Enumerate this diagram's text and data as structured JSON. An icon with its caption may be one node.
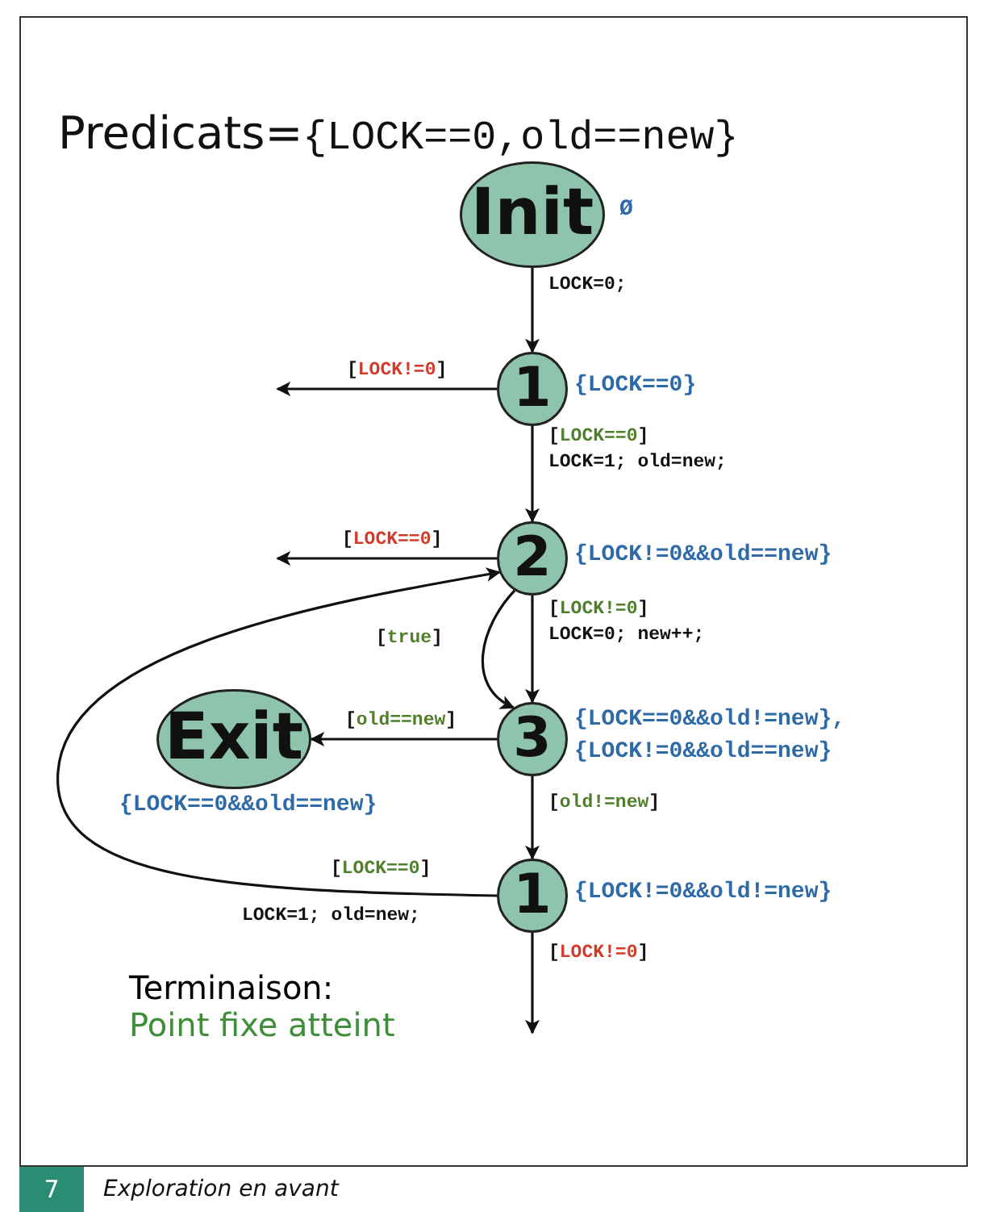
{
  "diagram": {
    "title": "Predicats={LOCK==0,old==new}",
    "caption": "Exploration en avant",
    "nodes": [
      {
        "text": [
          "Init"
        ],
        "beside": [
          "Ø"
        ]
      },
      {
        "text": [
          "1"
        ],
        "beside": [
          "{LOCK==0}"
        ]
      },
      {
        "text": [
          "2"
        ],
        "beside": [
          "{LOCK!=0&&old==new}"
        ]
      },
      {
        "text": [
          "Exit"
        ],
        "beside": [
          "{LOCK==0&&old==new}"
        ]
      },
      {
        "text": [
          "3"
        ],
        "beside": [
          "{LOCK==0&&old!=new},",
          "{LOCK!=0&&old==new}"
        ]
      },
      {
        "text": [
          "1"
        ],
        "beside": [
          "{LOCK!=0&&old!=new}"
        ]
      }
    ],
    "edges": [
      {
        "from": 0,
        "to": 1,
        "arrow": "to",
        "label": "LOCK=0;"
      },
      {
        "from": 1,
        "to": null,
        "arrow": "to",
        "label": "[LOCK!=0]"
      },
      {
        "from": 1,
        "to": 2,
        "arrow": "to",
        "label": "[LOCK==0] LOCK=1; old=new;"
      },
      {
        "from": 2,
        "to": null,
        "arrow": "to",
        "label": "[LOCK==0]"
      },
      {
        "from": 2,
        "to": 4,
        "arrow": "to",
        "label": "[LOCK!=0] LOCK=0; new++;"
      },
      {
        "from": 2,
        "to": 4,
        "arrow": "to",
        "label": "[true]"
      },
      {
        "from": 4,
        "to": 3,
        "arrow": "to",
        "label": "[old==new]"
      },
      {
        "from": 4,
        "to": 5,
        "arrow": "to",
        "label": "[old!=new]"
      },
      {
        "from": 5,
        "to": 2,
        "arrow": "to",
        "label": "[LOCK==0] LOCK=1; old=new;"
      },
      {
        "from": 5,
        "to": null,
        "arrow": "to",
        "label": "[LOCK!=0]"
      }
    ],
    "labels": [
      "Terminaison:",
      "Point fixe atteint",
      "7"
    ]
  }
}
